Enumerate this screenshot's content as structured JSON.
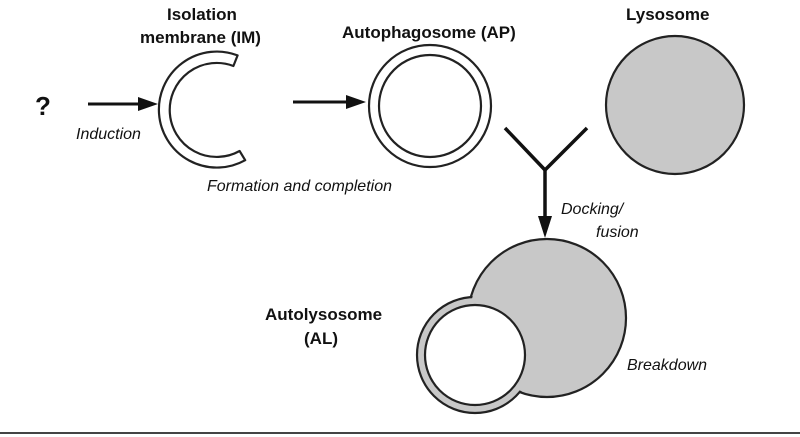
{
  "labels": {
    "question": "?",
    "induction": "Induction",
    "im_line1": "Isolation",
    "im_line2": "membrane (IM)",
    "autophagosome": "Autophagosome (AP)",
    "lysosome": "Lysosome",
    "formation": "Formation and completion",
    "docking_line1": "Docking/",
    "docking_line2": "fusion",
    "al_line1": "Autolysosome",
    "al_line2": "(AL)",
    "breakdown": "Breakdown"
  },
  "colors": {
    "stroke": "#222222",
    "lysosome_fill": "#c8c8c8",
    "membrane_fill": "#ffffff",
    "background": "#ffffff"
  }
}
